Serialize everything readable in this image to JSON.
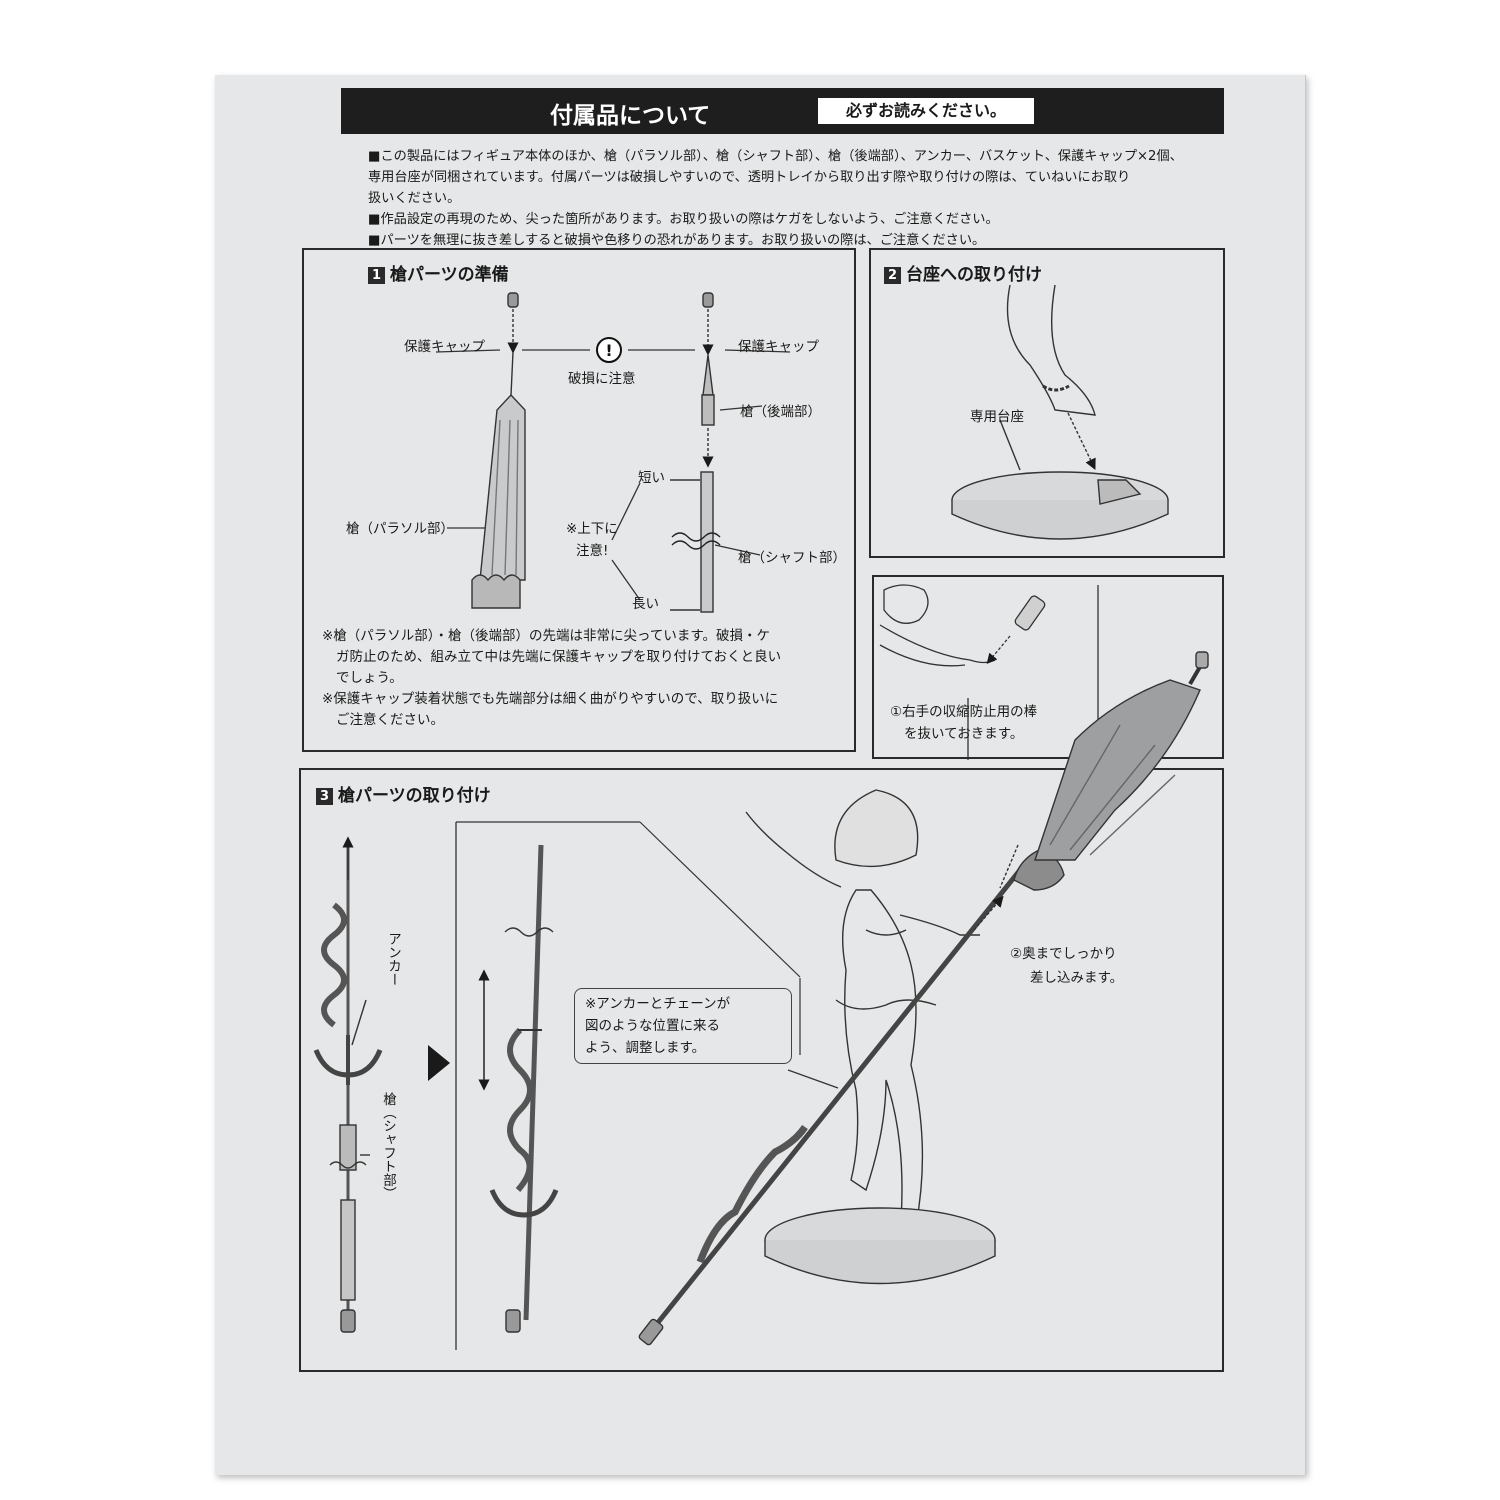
{
  "header": {
    "title": "付属品について",
    "badge": "必ずお読みください。"
  },
  "notes": [
    "■この製品にはフィギュア本体のほか、槍（パラソル部）、槍（シャフト部）、槍（後端部）、アンカー、バスケット、保護キャップ×2個、",
    "専用台座が同梱されています。付属パーツは破損しやすいので、透明トレイから取り出す際や取り付けの際は、ていねいにお取り",
    "扱いください。",
    "■作品設定の再現のため、尖った箇所があります。お取り扱いの際はケガをしないよう、ご注意ください。",
    "■パーツを無理に抜き差しすると破損や色移りの恐れがあります。お取り扱いの際は、ご注意ください。"
  ],
  "panel1": {
    "num": "1",
    "title": "槍パーツの準備",
    "labels": {
      "cap_left": "保護キャップ",
      "cap_right": "保護キャップ",
      "damage": "破損に注意",
      "rear": "槍（後端部）",
      "short": "短い",
      "updown_1": "※上下に",
      "updown_2": "注意!",
      "parasol": "槍（パラソル部）",
      "shaft": "槍（シャフト部）",
      "long": "長い"
    },
    "caution": [
      "※槍（パラソル部）・槍（後端部）の先端は非常に尖っています。破損・ケ",
      "ガ防止のため、組み立て中は先端に保護キャップを取り付けておくと良い",
      "でしょう。",
      "※保護キャップ装着状態でも先端部分は細く曲がりやすいので、取り扱いに",
      "ご注意ください。"
    ]
  },
  "panel2": {
    "num": "2",
    "title": "台座への取り付け",
    "stand_label": "専用台座"
  },
  "panel_hand": {
    "step1_line1": "①右手の収縮防止用の棒",
    "step1_line2": "を抜いておきます。",
    "step2_line1": "②奥までしっかり",
    "step2_line2": "差し込みます。"
  },
  "panel3": {
    "num": "3",
    "title": "槍パーツの取り付け",
    "anchor": "アンカー",
    "shaft": "槍（シャフト部）",
    "callout": [
      "※アンカーとチェーンが",
      "図のような位置に来る",
      "よう、調整します。"
    ]
  }
}
